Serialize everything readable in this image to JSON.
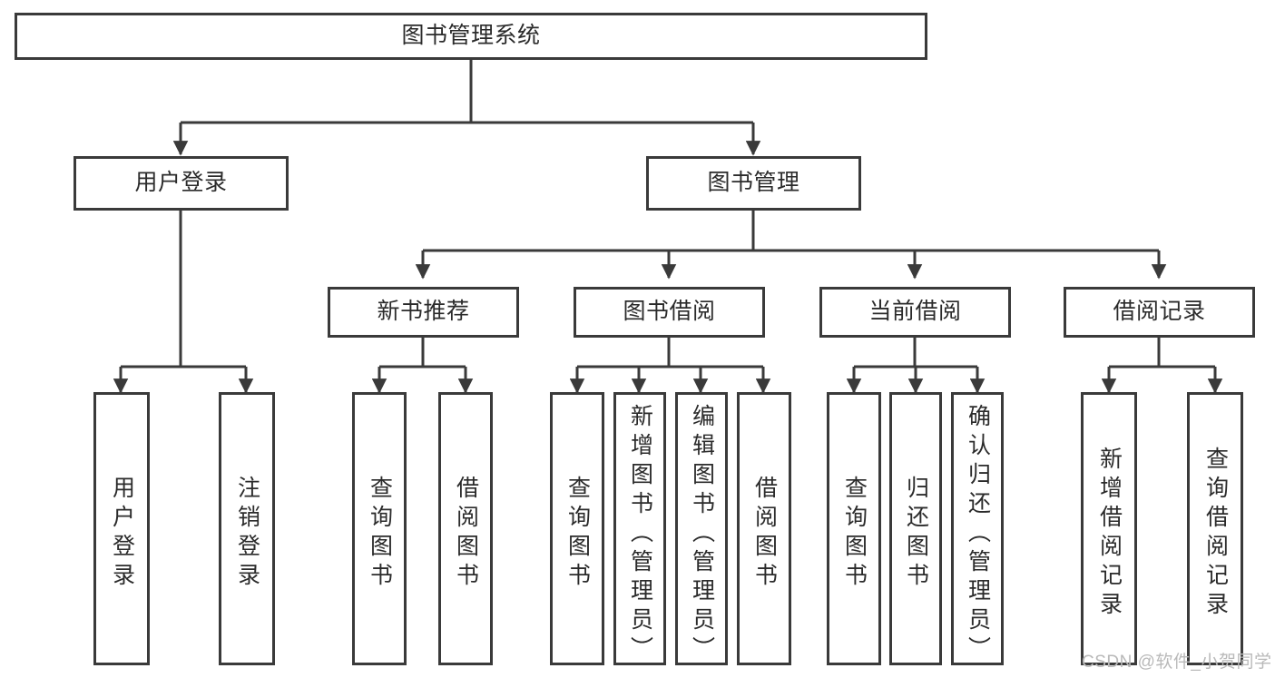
{
  "diagram": {
    "type": "hierarchy-tree",
    "title": "图书管理系统",
    "root": {
      "label": "图书管理系统"
    },
    "level1": [
      {
        "label": "用户登录"
      },
      {
        "label": "图书管理"
      }
    ],
    "level2": [
      {
        "label": "新书推荐",
        "parent": "图书管理"
      },
      {
        "label": "图书借阅",
        "parent": "图书管理"
      },
      {
        "label": "当前借阅",
        "parent": "图书管理"
      },
      {
        "label": "借阅记录",
        "parent": "图书管理"
      }
    ],
    "leaves": [
      {
        "label": "用户登录",
        "parent": "用户登录"
      },
      {
        "label": "注销登录",
        "parent": "用户登录"
      },
      {
        "label": "查询图书",
        "parent": "新书推荐"
      },
      {
        "label": "借阅图书",
        "parent": "新书推荐"
      },
      {
        "label": "查询图书",
        "parent": "图书借阅"
      },
      {
        "label": "新增图书（管理员）",
        "parent": "图书借阅"
      },
      {
        "label": "编辑图书（管理员）",
        "parent": "图书借阅"
      },
      {
        "label": "借阅图书",
        "parent": "图书借阅"
      },
      {
        "label": "查询图书",
        "parent": "当前借阅"
      },
      {
        "label": "归还图书",
        "parent": "当前借阅"
      },
      {
        "label": "确认归还（管理员）",
        "parent": "当前借阅"
      },
      {
        "label": "新增借阅记录",
        "parent": "借阅记录"
      },
      {
        "label": "查询借阅记录",
        "parent": "借阅记录"
      }
    ],
    "watermark": "CSDN @软件_小贺同学",
    "colors": {
      "stroke": "#3a3a3a",
      "text": "#2b2b2b",
      "background": "#ffffff",
      "watermark": "#b9b9b9"
    }
  }
}
